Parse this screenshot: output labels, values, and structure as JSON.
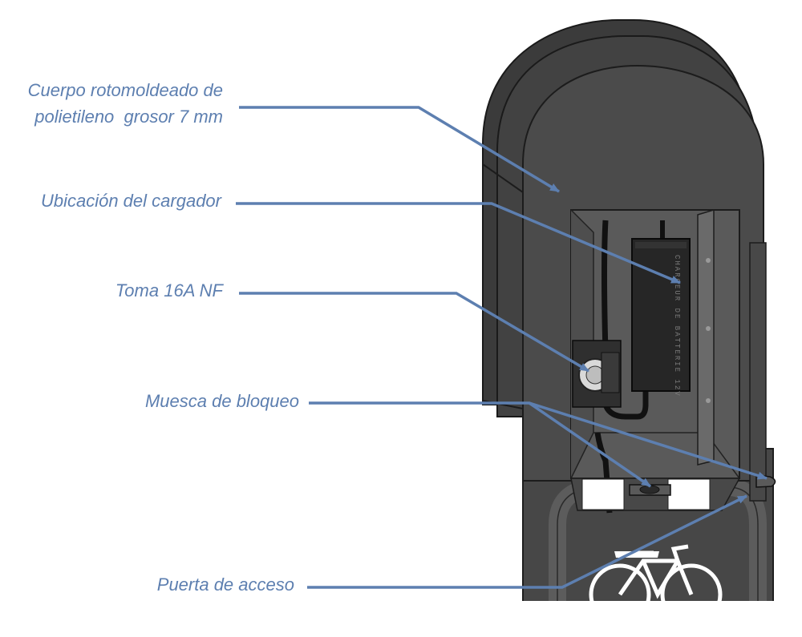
{
  "labels": {
    "cuerpo": "Cuerpo rotomoldeado de\npolietileno  grosor 7 mm",
    "cargador": "Ubicación del cargador",
    "toma": "Toma 16A NF",
    "muesca": "Muesca de bloqueo",
    "puerta": "Puerta de acceso"
  },
  "charger_text": "CHARGEUR DE BATTERIE 12V",
  "colors": {
    "callout": "#5d7fb0",
    "body": "#4a4a4a",
    "body_dark": "#3a3a3a",
    "interior": "#525252",
    "background": "#ffffff"
  }
}
